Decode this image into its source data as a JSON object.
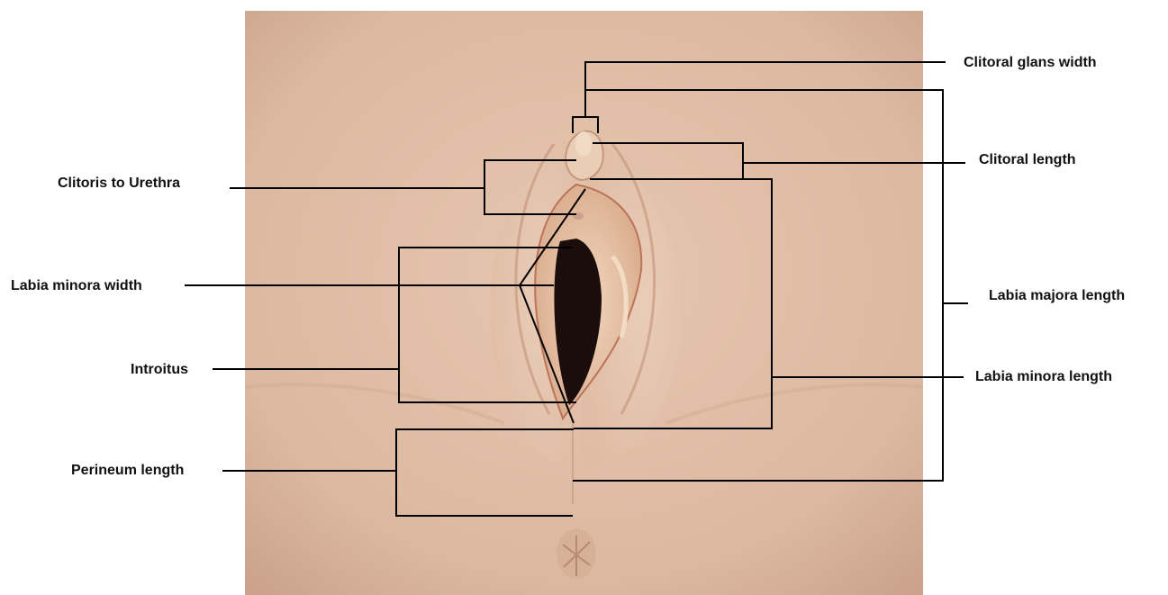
{
  "labels": {
    "clitoral_glans_width": "Clitoral glans width",
    "clitoral_length": "Clitoral length",
    "clitoris_to_urethra": "Clitoris to Urethra",
    "labia_minora_width": "Labia minora width",
    "labia_majora_length": "Labia majora length",
    "introitus": "Introitus",
    "labia_minora_length": "Labia minora length",
    "perineum_length": "Perineum length"
  },
  "colors": {
    "skin": "#e3c1ab",
    "skin_shadow": "#c99a82",
    "opening": "#1a0d0b",
    "line": "#000000"
  }
}
